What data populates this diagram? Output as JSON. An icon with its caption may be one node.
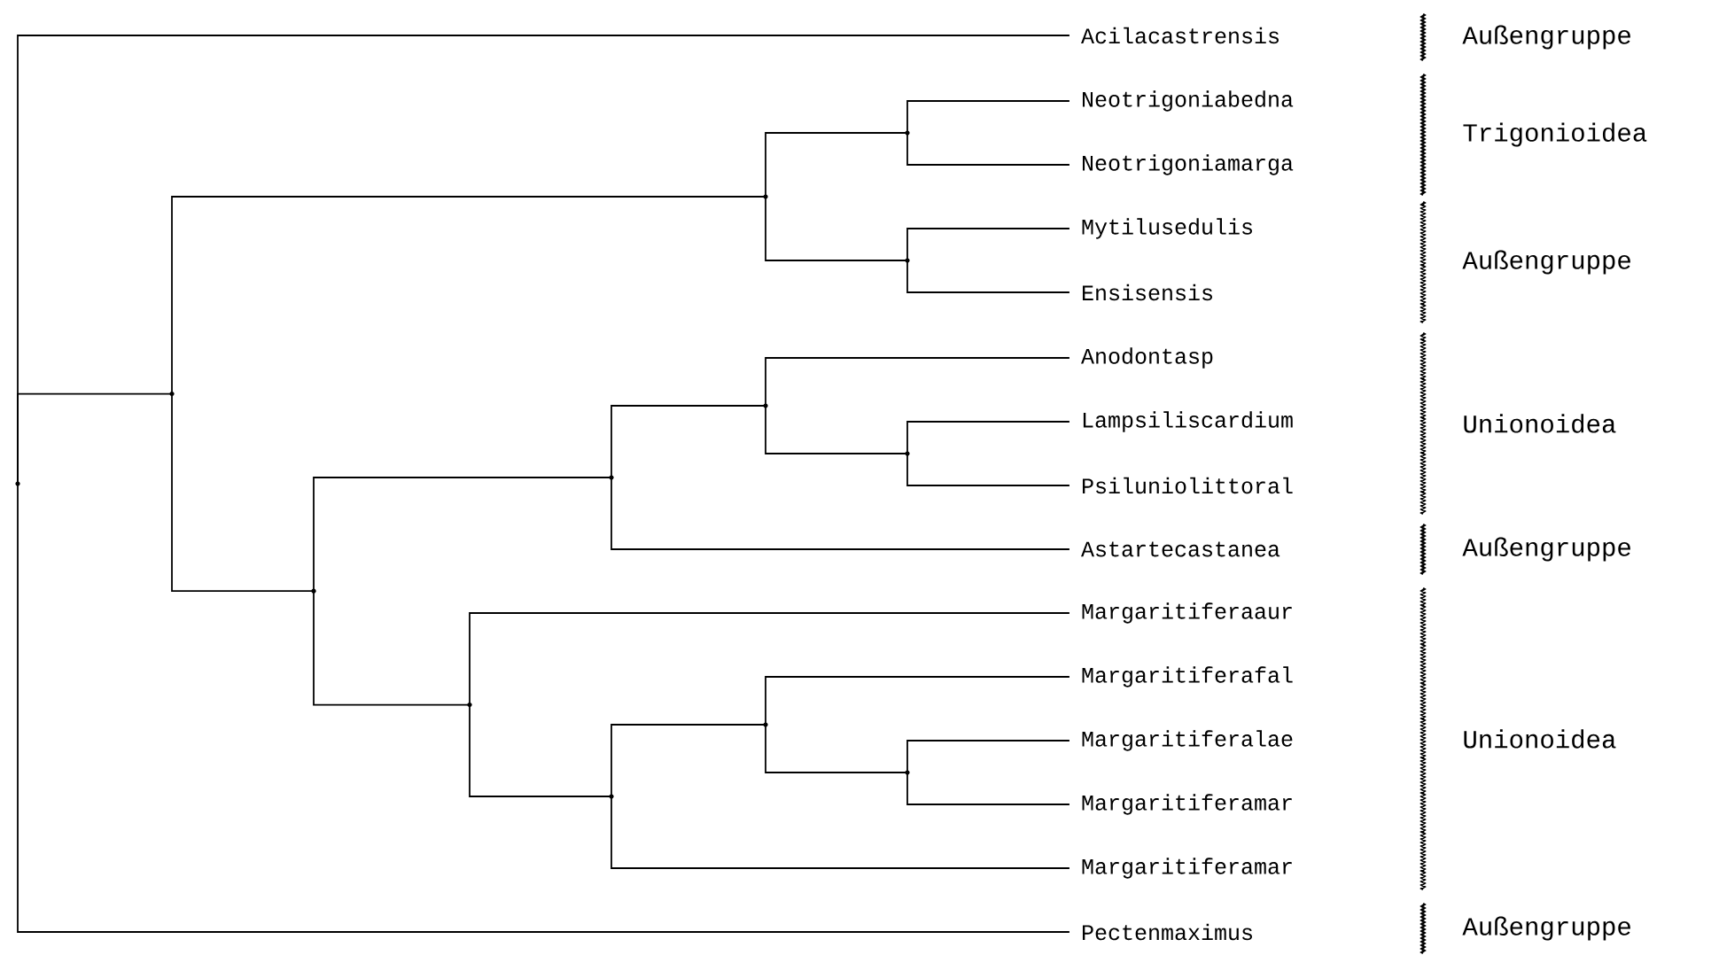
{
  "diagram": {
    "nodes": [
      {
        "text": [
          "Acilacastrensis"
        ]
      },
      {
        "text": [
          "Neotrigoniabedna"
        ]
      },
      {
        "text": [
          "Neotrigoniamarga"
        ]
      },
      {
        "text": [
          "Mytilusedulis"
        ]
      },
      {
        "text": [
          "Ensisensis"
        ]
      },
      {
        "text": [
          "Anodontasp"
        ]
      },
      {
        "text": [
          "Lampsiliscardium"
        ]
      },
      {
        "text": [
          "Psiluniolittoral"
        ]
      },
      {
        "text": [
          "Astartecastanea"
        ]
      },
      {
        "text": [
          "Margaritiferaaur"
        ]
      },
      {
        "text": [
          "Margaritiferafal"
        ]
      },
      {
        "text": [
          "Margaritiferalae"
        ]
      },
      {
        "text": [
          "Margaritiferamar"
        ]
      },
      {
        "text": [
          "Margaritiferamar"
        ]
      },
      {
        "text": [
          "Pectenmaximus"
        ]
      },
      {
        "text": [],
        "shape": "point"
      },
      {
        "text": [],
        "shape": "point"
      },
      {
        "text": [],
        "shape": "point"
      },
      {
        "text": [],
        "shape": "point"
      },
      {
        "text": [],
        "shape": "point"
      },
      {
        "text": [],
        "shape": "point"
      },
      {
        "text": [],
        "shape": "point"
      },
      {
        "text": [],
        "shape": "point"
      },
      {
        "text": [],
        "shape": "point"
      },
      {
        "text": [],
        "shape": "point"
      },
      {
        "text": [],
        "shape": "point"
      },
      {
        "text": [],
        "shape": "point"
      },
      {
        "text": [],
        "shape": "point"
      }
    ],
    "edges": [
      {
        "from": 15,
        "to": 0,
        "arrow": "none"
      },
      {
        "from": 15,
        "to": 16,
        "arrow": "none"
      },
      {
        "from": 15,
        "to": 14,
        "arrow": "none"
      },
      {
        "from": 16,
        "to": 17,
        "arrow": "none"
      },
      {
        "from": 16,
        "to": 20,
        "arrow": "none"
      },
      {
        "from": 17,
        "to": 18,
        "arrow": "none"
      },
      {
        "from": 17,
        "to": 19,
        "arrow": "none"
      },
      {
        "from": 18,
        "to": 1,
        "arrow": "none"
      },
      {
        "from": 18,
        "to": 2,
        "arrow": "none"
      },
      {
        "from": 19,
        "to": 3,
        "arrow": "none"
      },
      {
        "from": 19,
        "to": 4,
        "arrow": "none"
      },
      {
        "from": 20,
        "to": 21,
        "arrow": "none"
      },
      {
        "from": 20,
        "to": 24,
        "arrow": "none"
      },
      {
        "from": 21,
        "to": 22,
        "arrow": "none"
      },
      {
        "from": 21,
        "to": 8,
        "arrow": "none"
      },
      {
        "from": 22,
        "to": 5,
        "arrow": "none"
      },
      {
        "from": 22,
        "to": 23,
        "arrow": "none"
      },
      {
        "from": 23,
        "to": 6,
        "arrow": "none"
      },
      {
        "from": 23,
        "to": 7,
        "arrow": "none"
      },
      {
        "from": 24,
        "to": 9,
        "arrow": "none"
      },
      {
        "from": 24,
        "to": 25,
        "arrow": "none"
      },
      {
        "from": 25,
        "to": 26,
        "arrow": "none"
      },
      {
        "from": 25,
        "to": 13,
        "arrow": "none"
      },
      {
        "from": 26,
        "to": 10,
        "arrow": "none"
      },
      {
        "from": 26,
        "to": 27,
        "arrow": "none"
      },
      {
        "from": 27,
        "to": 11,
        "arrow": "none"
      },
      {
        "from": 27,
        "to": 12,
        "arrow": "none"
      }
    ],
    "labels": [
      "Außengruppe",
      "Trigonioidea",
      "Außengruppe",
      "Unionoidea",
      "Außengruppe",
      "Unionoidea",
      "Außengruppe"
    ]
  }
}
